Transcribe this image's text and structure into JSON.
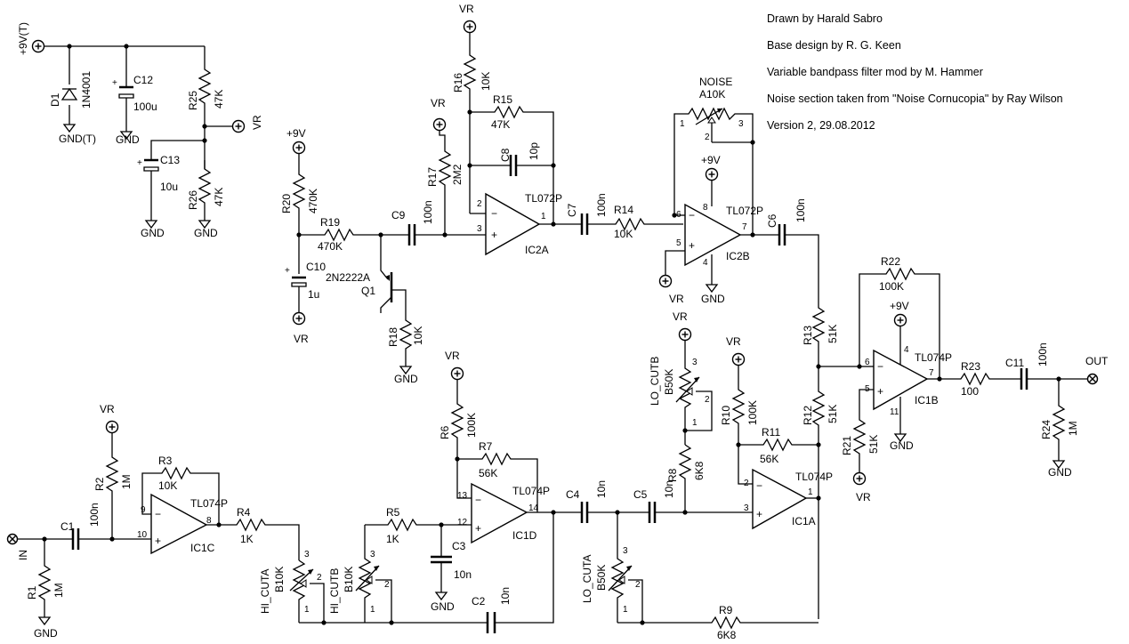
{
  "credits": [
    "Drawn by Harald Sabro",
    "Base design by R. G. Keen",
    "Variable bandpass filter mod by M. Hammer",
    "Noise section taken from \"Noise Cornucopia\" by Ray Wilson",
    "Version 2, 29.08.2012"
  ],
  "power": {
    "vplus": "+9V(T)",
    "gnd_t": "GND(T)",
    "vr": "VR",
    "gnd": "GND",
    "plus9": "+9V"
  },
  "io": {
    "in": "IN",
    "out": "OUT"
  },
  "components": {
    "D1": {
      "ref": "D1",
      "value": "1N4001"
    },
    "C12": {
      "ref": "C12",
      "value": "100u"
    },
    "C13": {
      "ref": "C13",
      "value": "10u"
    },
    "R25": {
      "ref": "R25",
      "value": "47K"
    },
    "R26": {
      "ref": "R26",
      "value": "47K"
    },
    "R20": {
      "ref": "R20",
      "value": "470K"
    },
    "R19": {
      "ref": "R19",
      "value": "470K"
    },
    "C10": {
      "ref": "C10",
      "value": "1u"
    },
    "Q1": {
      "ref": "Q1",
      "value": "2N2222A"
    },
    "R18": {
      "ref": "R18",
      "value": "10K"
    },
    "C9": {
      "ref": "C9",
      "value": "100n"
    },
    "R17": {
      "ref": "R17",
      "value": "2M2"
    },
    "R16": {
      "ref": "R16",
      "value": "10K"
    },
    "R15": {
      "ref": "R15",
      "value": "47K"
    },
    "C8": {
      "ref": "C8",
      "value": "10p"
    },
    "IC2A": {
      "ref": "IC2A",
      "value": "TL072P"
    },
    "C7": {
      "ref": "C7",
      "value": "100n"
    },
    "R14": {
      "ref": "R14",
      "value": "10K"
    },
    "NOISE": {
      "ref": "NOISE",
      "value": "A10K"
    },
    "IC2B": {
      "ref": "IC2B",
      "value": "TL072P"
    },
    "C6": {
      "ref": "C6",
      "value": "100n"
    },
    "R22": {
      "ref": "R22",
      "value": "100K"
    },
    "R13": {
      "ref": "R13",
      "value": "51K"
    },
    "R12": {
      "ref": "R12",
      "value": "51K"
    },
    "R21": {
      "ref": "R21",
      "value": "51K"
    },
    "IC1B": {
      "ref": "IC1B",
      "value": "TL074P"
    },
    "R23": {
      "ref": "R23",
      "value": "100"
    },
    "C11": {
      "ref": "C11",
      "value": "100n"
    },
    "R24": {
      "ref": "R24",
      "value": "1M"
    },
    "R1": {
      "ref": "R1",
      "value": "1M"
    },
    "C1": {
      "ref": "C1",
      "value": "100n"
    },
    "R2": {
      "ref": "R2",
      "value": "1M"
    },
    "R3": {
      "ref": "R3",
      "value": "10K"
    },
    "IC1C": {
      "ref": "IC1C",
      "value": "TL074P"
    },
    "R4": {
      "ref": "R4",
      "value": "1K"
    },
    "HI_CUTA": {
      "ref": "HI_CUTA",
      "value": "B10K"
    },
    "HI_CUTB": {
      "ref": "HI_CUTB",
      "value": "B10K"
    },
    "R5": {
      "ref": "R5",
      "value": "1K"
    },
    "C3": {
      "ref": "C3",
      "value": "10n"
    },
    "C2": {
      "ref": "C2",
      "value": "10n"
    },
    "R6": {
      "ref": "R6",
      "value": "100K"
    },
    "R7": {
      "ref": "R7",
      "value": "56K"
    },
    "IC1D": {
      "ref": "IC1D",
      "value": "TL074P"
    },
    "C4": {
      "ref": "C4",
      "value": "10n"
    },
    "C5": {
      "ref": "C5",
      "value": "10n"
    },
    "LO_CUTA": {
      "ref": "LO_CUTA",
      "value": "B50K"
    },
    "LO_CUTB": {
      "ref": "LO_CUTB",
      "value": "B50K"
    },
    "R8": {
      "ref": "R8",
      "value": "6K8"
    },
    "R9": {
      "ref": "R9",
      "value": "6K8"
    },
    "R10": {
      "ref": "R10",
      "value": "100K"
    },
    "R11": {
      "ref": "R11",
      "value": "56K"
    },
    "IC1A": {
      "ref": "IC1A",
      "value": "TL074P"
    }
  },
  "pins": {
    "p1": "1",
    "p2": "2",
    "p3": "3",
    "p4": "4",
    "p5": "5",
    "p6": "6",
    "p7": "7",
    "p8": "8",
    "p9": "9",
    "p10": "10",
    "p11": "11",
    "p12": "12",
    "p13": "13",
    "p14": "14",
    "minus": "−",
    "plus": "+"
  }
}
